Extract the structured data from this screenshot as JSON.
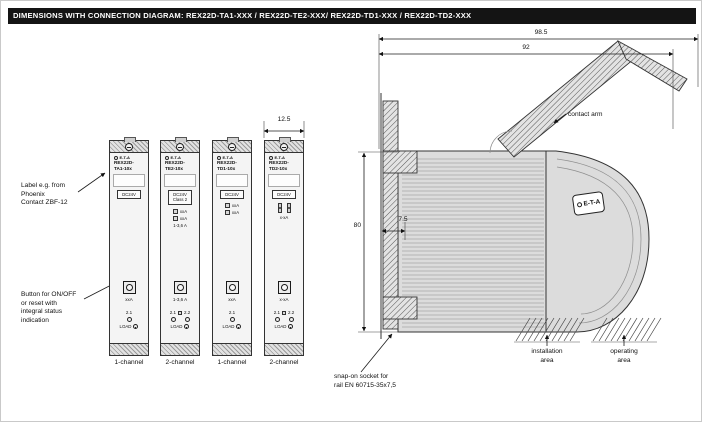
{
  "header": {
    "title": "DIMENSIONS WITH CONNECTION DIAGRAM: REX22D-TA1-XXX / REX22D-TE2-XXX/ REX22D-TD1-XXX / REX22D-TD2-XXX"
  },
  "notes": {
    "label_note": "Label e.g. from\nPhoenix\nContact ZBF-12",
    "button_note": "Button for ON/OFF\nor reset with\nintegral status\nindication",
    "contact_arm": "contact arm",
    "snap_on_socket": "snap-on socket for\nrail EN 60715-35x7,5",
    "installation_area": "installation\narea",
    "operating_area": "operating\narea"
  },
  "dimensions": {
    "total_depth": "98.5",
    "body_depth": "92",
    "module_width": "12.5",
    "height": "80",
    "rail_offset": "7.5"
  },
  "side_view": {
    "logo": "E-T-A"
  },
  "modules": [
    {
      "brand": "E-T-A",
      "model1": "REX22D-",
      "model2": "TA1-10x",
      "voltage": "DC24V",
      "rating": "xxA",
      "term1": "2.1",
      "load": "LOAD",
      "channel": "1-channel"
    },
    {
      "brand": "E-T-A",
      "model1": "REX22D-",
      "model2": "TE2-10x",
      "voltage": "DC24V",
      "voltage_class": "Class 2",
      "ind1": "xxA",
      "ind2": "xxA",
      "range": "1-3,6 A",
      "rating": "1-3,6 A",
      "term1": "2.1",
      "term2": "2.2",
      "load": "LOAD",
      "channel": "2-channel"
    },
    {
      "brand": "E-T-A",
      "model1": "REX22D-",
      "model2": "TD1-10x",
      "voltage": "DC24V",
      "ind1": "xxA",
      "ind2": "xxA",
      "rating": "xxA",
      "term1": "2.1",
      "load": "LOAD",
      "channel": "1-channel"
    },
    {
      "brand": "E-T-A",
      "model1": "REX22D-",
      "model2": "TD2-10x",
      "voltage": "DC24V",
      "mid_label": "x-xA",
      "rating": "x-xA",
      "term1": "2.1",
      "term2": "2.2",
      "load": "LOAD",
      "channel": "2-channel"
    }
  ]
}
